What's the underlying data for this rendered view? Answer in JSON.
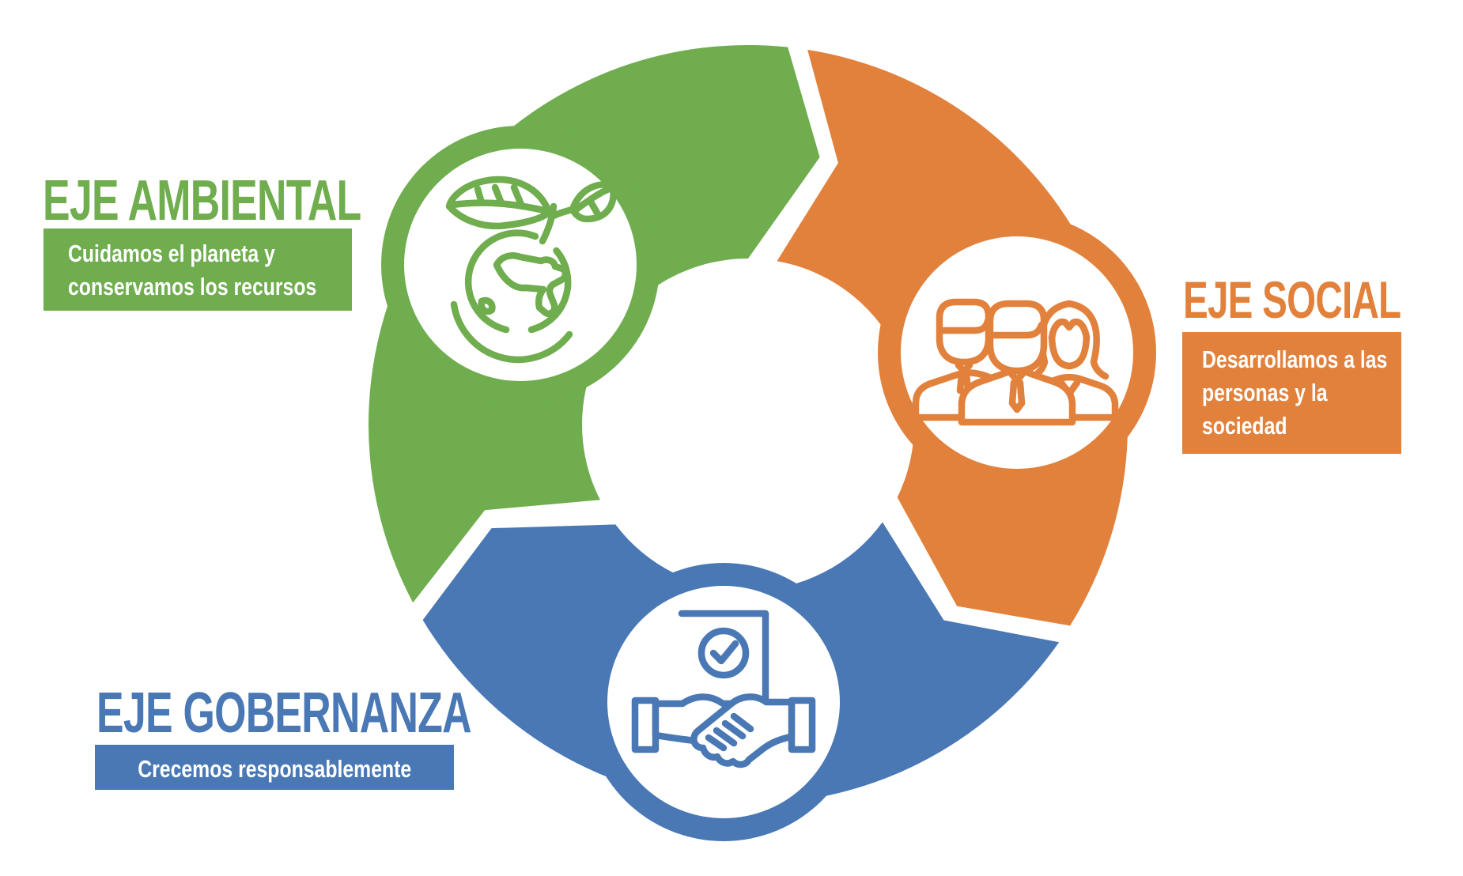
{
  "axes": {
    "ambiental": {
      "title": "EJE AMBIENTAL",
      "lines": [
        "Cuidamos el planeta y",
        "conservamos los recursos"
      ],
      "color": "#6FAD4E",
      "icon": "eco-planet-icon"
    },
    "social": {
      "title": "EJE SOCIAL",
      "lines": [
        "Desarrollamos a las",
        "personas y la",
        "sociedad"
      ],
      "color": "#E2813C",
      "icon": "people-group-icon"
    },
    "gobernanza": {
      "title": "EJE GOBERNANZA",
      "lines": [
        "Crecemos responsablemente"
      ],
      "color": "#4978B5",
      "icon": "handshake-agreement-icon"
    }
  },
  "background_color": "#FFFFFF"
}
